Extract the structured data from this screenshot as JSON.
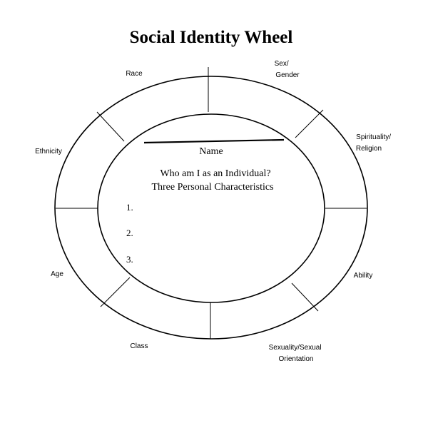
{
  "title": "Social Identity Wheel",
  "segments": [
    {
      "id": "race",
      "lines": [
        "Race"
      ]
    },
    {
      "id": "sex-gender",
      "lines": [
        "Sex/",
        "Gender"
      ]
    },
    {
      "id": "spirituality-religion",
      "lines": [
        "Spirituality/",
        "Religion"
      ]
    },
    {
      "id": "ability",
      "lines": [
        "Ability"
      ]
    },
    {
      "id": "sexuality",
      "lines": [
        "Sexuality/Sexual",
        "Orientation"
      ]
    },
    {
      "id": "class",
      "lines": [
        "Class"
      ]
    },
    {
      "id": "age",
      "lines": [
        "Age"
      ]
    },
    {
      "id": "ethnicity",
      "lines": [
        "Ethnicity"
      ]
    }
  ],
  "center": {
    "name_label": "Name",
    "question": "Who am I as an Individual?",
    "subtitle": "Three Personal Characteristics",
    "items": [
      "1.",
      "2.",
      "3."
    ]
  },
  "colors": {
    "stroke": "#000000",
    "background": "#ffffff",
    "text": "#000000"
  }
}
